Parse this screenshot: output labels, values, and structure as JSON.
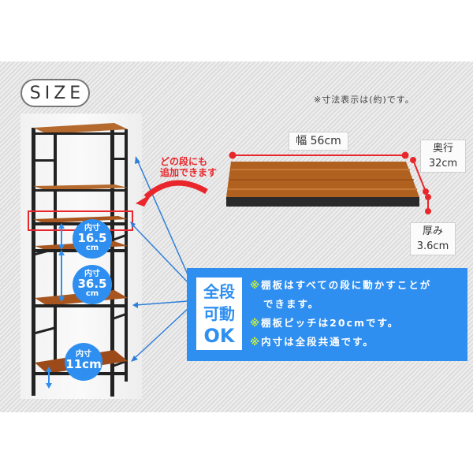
{
  "header": {
    "size_label": "SIZE"
  },
  "note": "※寸法表示は(約)です。",
  "shelf_board": {
    "width_label": "幅 56cm",
    "depth_label_line1": "奥行",
    "depth_label_line2": "32cm",
    "thickness_label_line1": "厚み",
    "thickness_label_line2": "3.6cm"
  },
  "callout_add": {
    "line1": "どの段にも",
    "line2": "追加できます"
  },
  "inner_dims": [
    {
      "label": "内寸",
      "value": "16.5",
      "unit": "cm"
    },
    {
      "label": "内寸",
      "value": "36.5",
      "unit": "cm"
    },
    {
      "label": "内寸",
      "value": "11cm",
      "unit": ""
    }
  ],
  "info_box": {
    "badge_line1": "全段",
    "badge_line2": "可動",
    "badge_line3": "OK",
    "mark": "※",
    "lines": [
      "棚板はすべての段に動かすことが",
      "できます。",
      "棚板ピッチは20cmです。",
      "内寸は全段共通です。"
    ]
  },
  "colors": {
    "accent_blue": "#2f8ff0",
    "accent_red": "#e8262b",
    "wood": "#a8561f",
    "frame": "#222222",
    "mark_green": "#c6ef3c"
  }
}
